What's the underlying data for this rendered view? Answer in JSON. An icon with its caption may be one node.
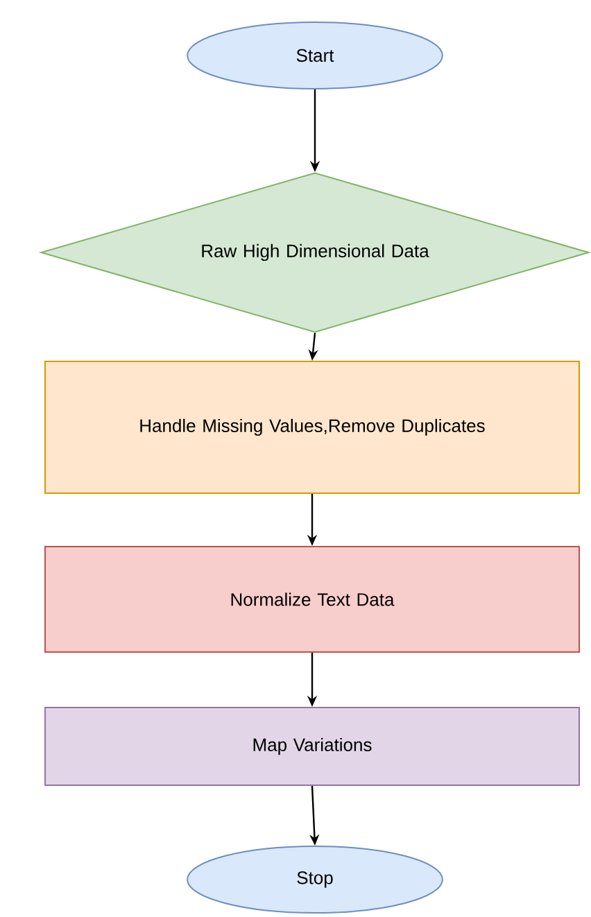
{
  "diagram": {
    "nodes": [
      {
        "text": [
          "Start"
        ]
      },
      {
        "text": [
          "Raw High Dimensional Data"
        ]
      },
      {
        "text": [
          "Handle Missing Values,Remove Duplicates"
        ]
      },
      {
        "text": [
          "Normalize Text Data"
        ]
      },
      {
        "text": [
          "Map Variations"
        ]
      },
      {
        "text": [
          "Stop"
        ]
      }
    ],
    "edges": [
      {
        "from": 0,
        "to": 1,
        "arrow": "to"
      },
      {
        "from": 1,
        "to": 2,
        "arrow": "to"
      },
      {
        "from": 2,
        "to": 3,
        "arrow": "to"
      },
      {
        "from": 3,
        "to": 4,
        "arrow": "to"
      },
      {
        "from": 4,
        "to": 5,
        "arrow": "to"
      }
    ]
  }
}
